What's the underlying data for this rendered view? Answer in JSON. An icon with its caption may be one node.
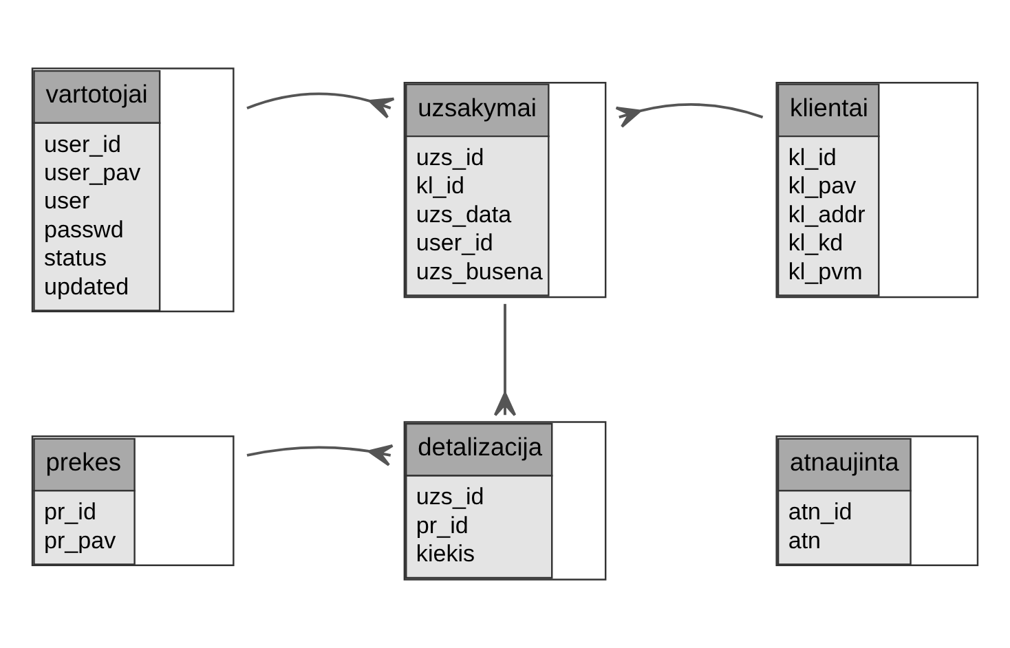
{
  "diagram": {
    "nodes": [
      {
        "text": [
          "vartotojai",
          "user_id",
          "user_pav",
          "user",
          "passwd",
          "status",
          "updated"
        ]
      },
      {
        "text": [
          "uzsakymai",
          "uzs_id",
          "kl_id",
          "uzs_data",
          "user_id",
          "uzs_busena"
        ]
      },
      {
        "text": [
          "klientai",
          "kl_id",
          "kl_pav",
          "kl_addr",
          "kl_kd",
          "kl_pvm"
        ]
      },
      {
        "text": [
          "prekes",
          "pr_id",
          "pr_pav"
        ]
      },
      {
        "text": [
          "detalizacija",
          "uzs_id",
          "pr_id",
          "kiekis"
        ]
      },
      {
        "text": [
          "atnaujinta",
          "atn_id",
          "atn"
        ]
      }
    ],
    "edges": [
      {
        "from": 0,
        "to": 1,
        "arrow": "other"
      },
      {
        "from": 2,
        "to": 1,
        "arrow": "other"
      },
      {
        "from": 1,
        "to": 4,
        "arrow": "other"
      },
      {
        "from": 3,
        "to": 4,
        "arrow": "other"
      }
    ]
  }
}
